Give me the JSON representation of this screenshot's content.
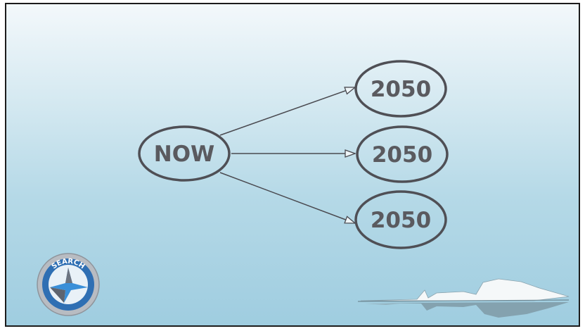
{
  "slide": {
    "source_node": {
      "label": "NOW"
    },
    "target_nodes": [
      {
        "label": "2050"
      },
      {
        "label": "2050"
      },
      {
        "label": "2050"
      }
    ]
  },
  "logo": {
    "text": "SEARCH",
    "icon": "search-program-logo"
  },
  "decoration": {
    "icon": "iceberg-reflection"
  },
  "colors": {
    "node_stroke": "#4f4f55",
    "node_text": "#5a5a5f",
    "arrow": "#4a4a50",
    "background_top": "#f3f8fb",
    "background_bottom": "#9fcde0"
  }
}
